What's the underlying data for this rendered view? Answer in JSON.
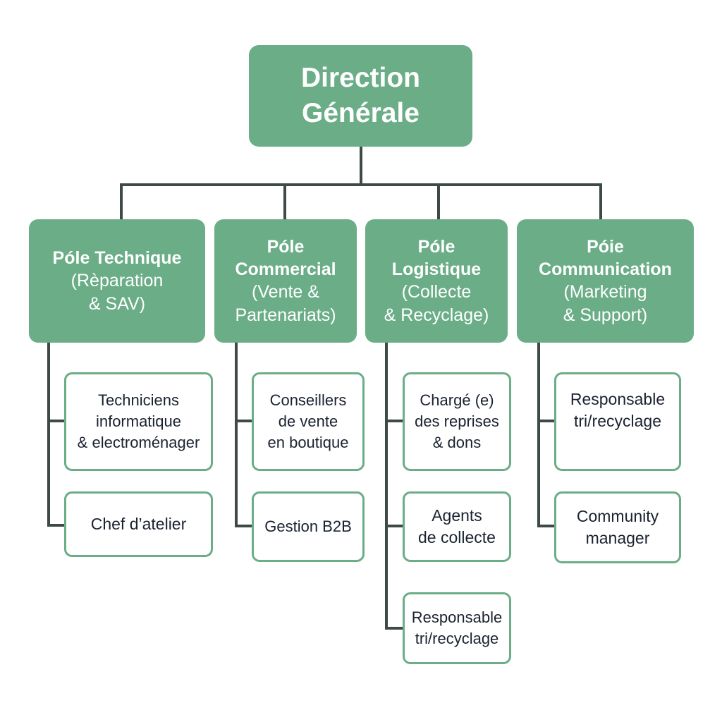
{
  "root": {
    "line1": "Direction",
    "line2": "Générale"
  },
  "poles": [
    {
      "title": "Póle Technique",
      "subtitle": "(Rèparation\n& SAV)",
      "roles": [
        "Techniciens\ninformatique\n& electroménager",
        "Chef d’atelier"
      ]
    },
    {
      "title": "Póle\nCommercial",
      "subtitle": "(Vente &\nPartenariats)",
      "roles": [
        "Conseillers\nde vente\nen boutique",
        "Gestion B2B"
      ]
    },
    {
      "title": "Póle\nLogistique",
      "subtitle": "(Collecte\n& Recyclage)",
      "roles": [
        "Chargé (e)\ndes reprises\n& dons",
        "Agents\nde collecte",
        "Responsable\ntri/recyclage"
      ]
    },
    {
      "title": "Póie\nCommunication",
      "subtitle": "(Marketing\n& Support)",
      "roles": [
        "Responsable\ntri/recyclage",
        "Community\nmanager"
      ]
    }
  ],
  "colors": {
    "fill": "#6aad87",
    "connector": "#3d4a45",
    "text_dark": "#1a2230"
  }
}
